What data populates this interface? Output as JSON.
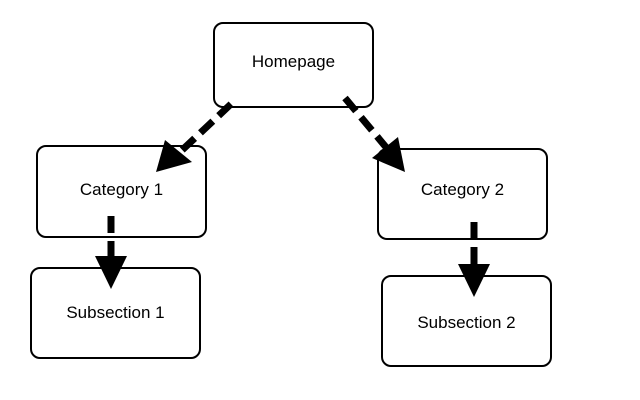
{
  "nodes": {
    "homepage": "Homepage",
    "category1": "Category 1",
    "category2": "Category 2",
    "subsection1": "Subsection 1",
    "subsection2": "Subsection 2"
  },
  "edges": [
    {
      "from": "Homepage",
      "to": "Category 1",
      "style": "dashed"
    },
    {
      "from": "Homepage",
      "to": "Category 2",
      "style": "dashed"
    },
    {
      "from": "Category 1",
      "to": "Subsection 1",
      "style": "dashed"
    },
    {
      "from": "Category 2",
      "to": "Subsection 2",
      "style": "dashed"
    }
  ],
  "colors": {
    "stroke": "#000000",
    "background": "#ffffff"
  }
}
